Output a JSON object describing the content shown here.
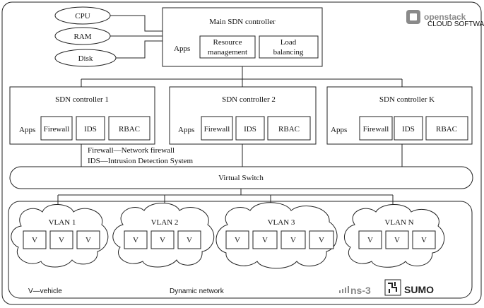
{
  "resources": {
    "cpu": "CPU",
    "ram": "RAM",
    "disk": "Disk"
  },
  "main": {
    "title": "Main SDN controller",
    "apps_label": "Apps",
    "app1_line1": "Resource",
    "app1_line2": "management",
    "app2_line1": "Load",
    "app2_line2": "balancing"
  },
  "controllers": [
    {
      "title": "SDN controller 1",
      "apps_label": "Apps",
      "firewall": "Firewall",
      "ids": "IDS",
      "rbac": "RBAC"
    },
    {
      "title": "SDN controller 2",
      "apps_label": "Apps",
      "firewall": "Firewall",
      "ids": "IDS",
      "rbac": "RBAC"
    },
    {
      "title": "SDN controller K",
      "apps_label": "Apps",
      "firewall": "Firewall",
      "ids": "IDS",
      "rbac": "RBAC"
    }
  ],
  "legend": {
    "firewall": "Firewall—Network firewall",
    "ids": "IDS—Intrusion Detection System",
    "vehicle": "V—vehicle"
  },
  "virtual_switch": "Virtual Switch",
  "vlans": [
    {
      "label": "VLAN 1",
      "vehicles": [
        "V",
        "V",
        "V"
      ]
    },
    {
      "label": "VLAN 2",
      "vehicles": [
        "V",
        "V",
        "V"
      ]
    },
    {
      "label": "VLAN 3",
      "vehicles": [
        "V",
        "V",
        "V",
        "V"
      ]
    },
    {
      "label": "VLAN N",
      "vehicles": [
        "V",
        "V",
        "V"
      ]
    }
  ],
  "dynamic_network": "Dynamic network",
  "logos": {
    "openstack": "openstack",
    "openstack_sub": "CLOUD SOFTWARE",
    "ns3": "ns-3",
    "sumo": "SUMO"
  },
  "colors": {
    "line": "#222222",
    "logo_gray": "#8a8a8a",
    "sumo_dark": "#222222"
  }
}
